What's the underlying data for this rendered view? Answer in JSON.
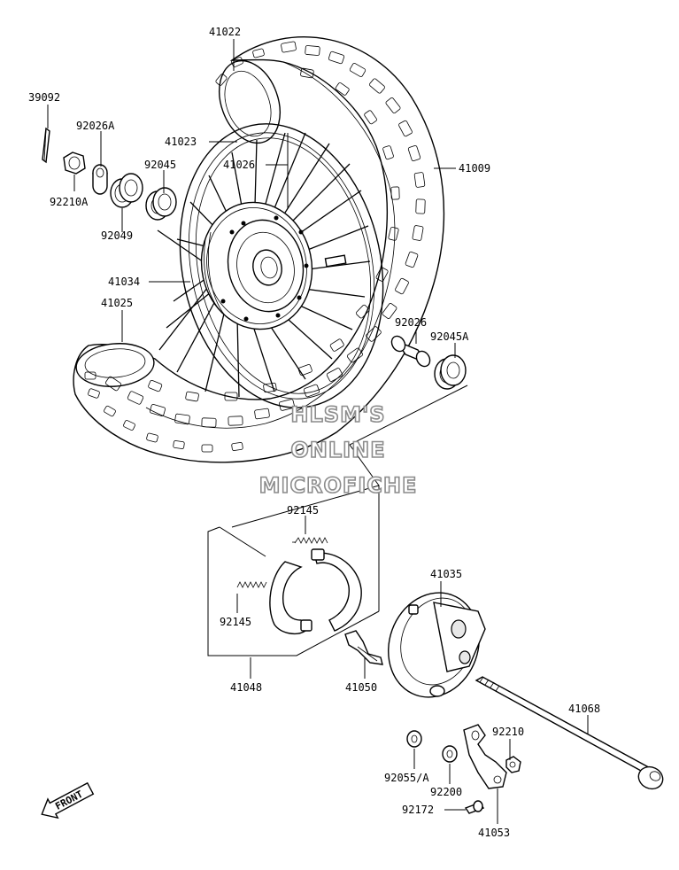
{
  "parts": [
    {
      "id": "41022",
      "label": "41022"
    },
    {
      "id": "39092",
      "label": "39092"
    },
    {
      "id": "92026A",
      "label": "92026A"
    },
    {
      "id": "41023",
      "label": "41023"
    },
    {
      "id": "92045",
      "label": "92045"
    },
    {
      "id": "41026",
      "label": "41026"
    },
    {
      "id": "41009",
      "label": "41009"
    },
    {
      "id": "92210A",
      "label": "92210A"
    },
    {
      "id": "92049",
      "label": "92049"
    },
    {
      "id": "41034",
      "label": "41034"
    },
    {
      "id": "41025",
      "label": "41025"
    },
    {
      "id": "92026",
      "label": "92026"
    },
    {
      "id": "92045A",
      "label": "92045A"
    },
    {
      "id": "92145a",
      "label": "92145"
    },
    {
      "id": "92145b",
      "label": "92145"
    },
    {
      "id": "41048",
      "label": "41048"
    },
    {
      "id": "41050",
      "label": "41050"
    },
    {
      "id": "41035",
      "label": "41035"
    },
    {
      "id": "41068",
      "label": "41068"
    },
    {
      "id": "92210",
      "label": "92210"
    },
    {
      "id": "92055A",
      "label": "92055/A"
    },
    {
      "id": "92200",
      "label": "92200"
    },
    {
      "id": "92172",
      "label": "92172"
    },
    {
      "id": "41053",
      "label": "41053"
    }
  ],
  "watermark": [
    "HLSM'S",
    "ONLINE",
    "MICROFICHE"
  ],
  "front_arrow": "FRONT"
}
